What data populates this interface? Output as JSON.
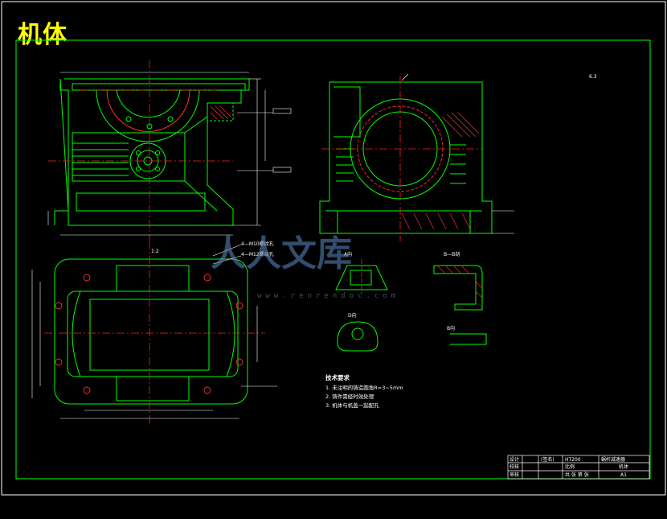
{
  "drawing": {
    "title": "机体",
    "section_labels": {
      "a_view": "A向",
      "b_view": "B向",
      "bb_section": "B—B剖",
      "d_view": "D向",
      "view_1": "1:2"
    },
    "hole_notes": [
      "4—M10螺纹孔",
      "4—M12螺纹孔"
    ],
    "roughness": "6.3",
    "tech_req": {
      "heading": "技术要求",
      "items": [
        "1.  未注明的铸造圆角R=3~5mm",
        "2.  铸件需经时效处理",
        "3.  机体与机盖一起配孔"
      ]
    },
    "title_block": {
      "project": "蜗杆减速器",
      "part": "机体",
      "scale": "A1",
      "material": "HT200",
      "cells": [
        "设计",
        "校核",
        "审核",
        "(签名)",
        "比例",
        "共  张 第  张"
      ]
    }
  },
  "watermark": {
    "text": "人人文库",
    "url": "www.renrendoc.com"
  },
  "colors": {
    "outline": "#00ff00",
    "center_line": "#ff2020",
    "dimension": "#ffffff",
    "title": "#ffff00",
    "hatch": "#ff2020"
  }
}
